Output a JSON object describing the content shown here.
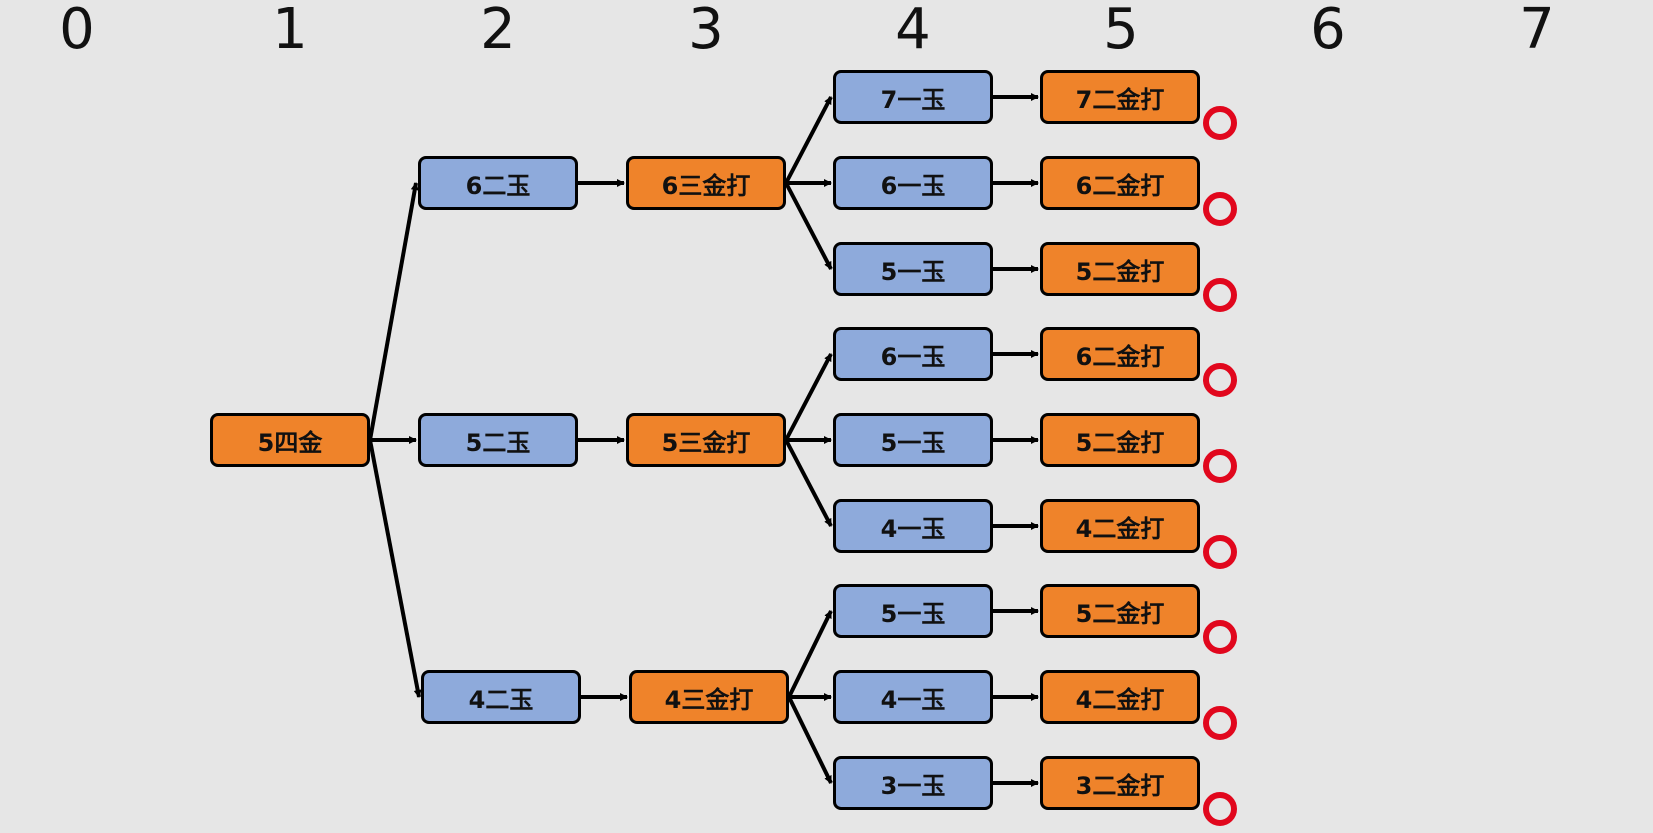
{
  "colors": {
    "blue": "#8eaadb",
    "orange": "#ef832a",
    "mark": "#e1071d",
    "line": "#000000"
  },
  "columns": [
    "0",
    "1",
    "2",
    "3",
    "4",
    "5",
    "6",
    "7"
  ],
  "nodes": [
    {
      "id": "n1",
      "label": "5四金",
      "color": "orange",
      "col": 1
    },
    {
      "id": "a2",
      "label": "6二玉",
      "color": "blue",
      "col": 2
    },
    {
      "id": "b2",
      "label": "5二玉",
      "color": "blue",
      "col": 2
    },
    {
      "id": "c2",
      "label": "4二玉",
      "color": "blue",
      "col": 2
    },
    {
      "id": "a3",
      "label": "6三金打",
      "color": "orange",
      "col": 3
    },
    {
      "id": "b3",
      "label": "5三金打",
      "color": "orange",
      "col": 3
    },
    {
      "id": "c3",
      "label": "4三金打",
      "color": "orange",
      "col": 3
    },
    {
      "id": "a41",
      "label": "7一玉",
      "color": "blue",
      "col": 4
    },
    {
      "id": "a42",
      "label": "6一玉",
      "color": "blue",
      "col": 4
    },
    {
      "id": "a43",
      "label": "5一玉",
      "color": "blue",
      "col": 4
    },
    {
      "id": "b41",
      "label": "6一玉",
      "color": "blue",
      "col": 4
    },
    {
      "id": "b42",
      "label": "5一玉",
      "color": "blue",
      "col": 4
    },
    {
      "id": "b43",
      "label": "4一玉",
      "color": "blue",
      "col": 4
    },
    {
      "id": "c41",
      "label": "5一玉",
      "color": "blue",
      "col": 4
    },
    {
      "id": "c42",
      "label": "4一玉",
      "color": "blue",
      "col": 4
    },
    {
      "id": "c43",
      "label": "3一玉",
      "color": "blue",
      "col": 4
    },
    {
      "id": "a51",
      "label": "7二金打",
      "color": "orange",
      "col": 5,
      "mark": true
    },
    {
      "id": "a52",
      "label": "6二金打",
      "color": "orange",
      "col": 5,
      "mark": true
    },
    {
      "id": "a53",
      "label": "5二金打",
      "color": "orange",
      "col": 5,
      "mark": true
    },
    {
      "id": "b51",
      "label": "6二金打",
      "color": "orange",
      "col": 5,
      "mark": true
    },
    {
      "id": "b52",
      "label": "5二金打",
      "color": "orange",
      "col": 5,
      "mark": true
    },
    {
      "id": "b53",
      "label": "4二金打",
      "color": "orange",
      "col": 5,
      "mark": true
    },
    {
      "id": "c51",
      "label": "5二金打",
      "color": "orange",
      "col": 5,
      "mark": true
    },
    {
      "id": "c52",
      "label": "4二金打",
      "color": "orange",
      "col": 5,
      "mark": true
    },
    {
      "id": "c53",
      "label": "3二金打",
      "color": "orange",
      "col": 5,
      "mark": true
    }
  ],
  "edges": [
    [
      "n1",
      "a2"
    ],
    [
      "n1",
      "b2"
    ],
    [
      "n1",
      "c2"
    ],
    [
      "a2",
      "a3"
    ],
    [
      "b2",
      "b3"
    ],
    [
      "c2",
      "c3"
    ],
    [
      "a3",
      "a41"
    ],
    [
      "a3",
      "a42"
    ],
    [
      "a3",
      "a43"
    ],
    [
      "b3",
      "b41"
    ],
    [
      "b3",
      "b42"
    ],
    [
      "b3",
      "b43"
    ],
    [
      "c3",
      "c41"
    ],
    [
      "c3",
      "c42"
    ],
    [
      "c3",
      "c43"
    ],
    [
      "a41",
      "a51"
    ],
    [
      "a42",
      "a52"
    ],
    [
      "a43",
      "a53"
    ],
    [
      "b41",
      "b51"
    ],
    [
      "b42",
      "b52"
    ],
    [
      "b43",
      "b53"
    ],
    [
      "c41",
      "c51"
    ],
    [
      "c42",
      "c52"
    ],
    [
      "c43",
      "c53"
    ]
  ]
}
